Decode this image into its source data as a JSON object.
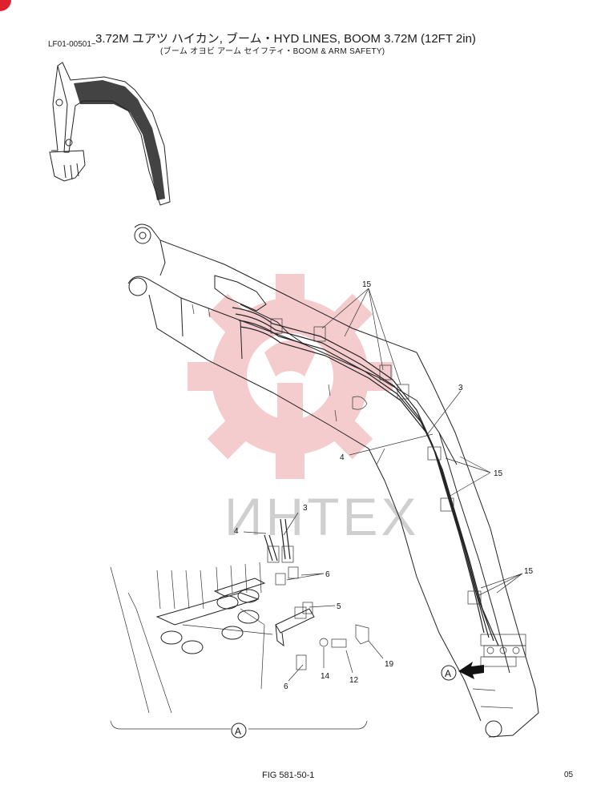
{
  "header": {
    "code": "LF01-00501~",
    "title": "3.72M ユアツ ハイカン, ブーム・HYD LINES, BOOM 3.72M (12FT 2in)",
    "subtitle": "(ブーム オヨビ アーム セイフティ・BOOM & ARM SAFETY)"
  },
  "watermark": {
    "text": "ИНТЕХ",
    "gear_color": "#f4c4c6",
    "text_color": "#cfcfcf"
  },
  "callouts": {
    "c15a": "15",
    "c15b": "15",
    "c15c": "15",
    "c3a": "3",
    "c4a": "4",
    "c3b": "3",
    "c4b": "4",
    "c6a": "6",
    "c5": "5",
    "c19": "19",
    "c14": "14",
    "c12": "12",
    "c6b": "6",
    "view_a_main": "A",
    "view_a_detail": "A"
  },
  "footer": {
    "figure": "FIG 581-50-1",
    "page": "05"
  },
  "accent_color": "#e0202e"
}
